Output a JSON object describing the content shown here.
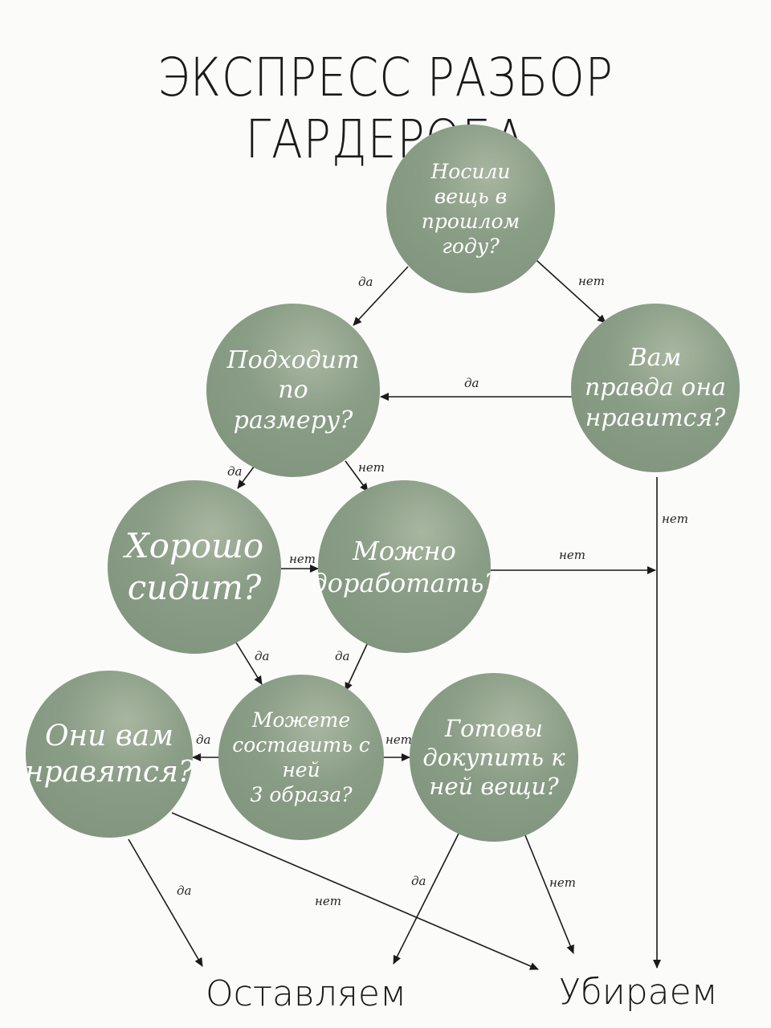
{
  "title": "ЭКСПРЕСС РАЗБОР ГАРДЕРОБА",
  "nodes": {
    "wore_last_year": "Носили\nвещь в прошлом\nгоду?",
    "really_like": "Вам\nправда она\nнравится?",
    "fits_size": "Подходит\nпо размеру?",
    "sits_well": "Хорошо\nсидит?",
    "can_alter": "Можно\nдоработать?",
    "three_outfits": "Можете\nсоставить с ней\n3 образа?",
    "do_you_like": "Они вам\nнравятся?",
    "buy_more": "Готовы\nдокупить к\nней вещи?"
  },
  "labels": {
    "yes": "да",
    "no": "нет"
  },
  "outcomes": {
    "keep": "Оставляем",
    "remove": "Убираем"
  },
  "colors": {
    "node_fill": "#879a83",
    "line": "#1a1a1a",
    "background": "#fbfbfa"
  }
}
